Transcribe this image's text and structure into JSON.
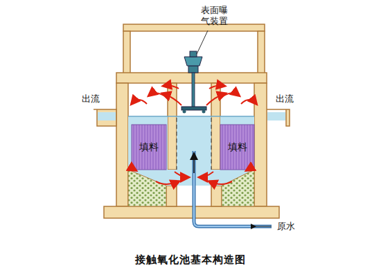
{
  "diagram": {
    "caption": "接触氧化池基本构造图",
    "nodes": [
      {
        "text": [
          "填料"
        ]
      },
      {
        "text": [
          "填料"
        ]
      }
    ],
    "labels": [
      "表面曝气装置",
      "出流",
      "出流",
      "原水"
    ]
  }
}
